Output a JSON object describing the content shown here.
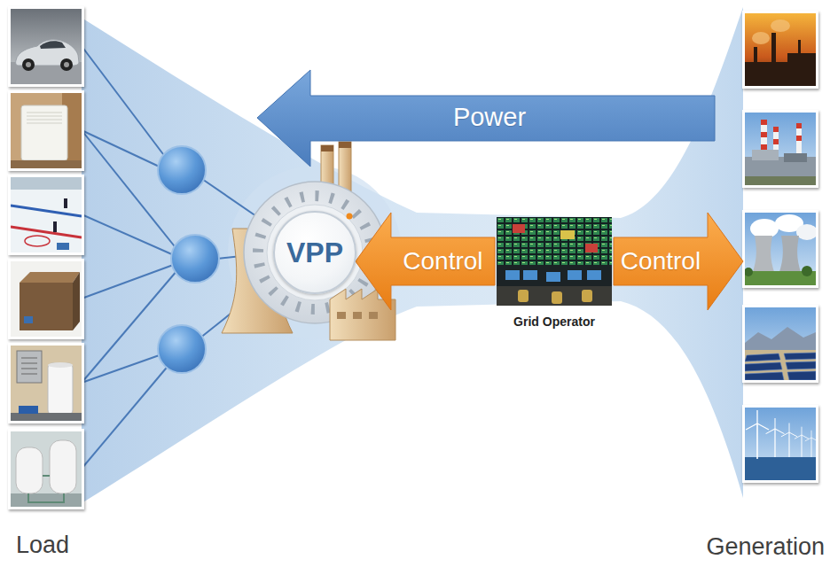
{
  "diagram": {
    "nodes": [
      {
        "text": [
          "Load"
        ]
      },
      {
        "text": [
          "VPP"
        ]
      },
      {
        "text": [
          "Grid Operator"
        ]
      },
      {
        "text": [
          "Generation"
        ]
      }
    ],
    "edges": [
      {
        "from": 2,
        "to": 1,
        "label": "Control",
        "arrow": "to"
      },
      {
        "from": 2,
        "to": 3,
        "label": "Control",
        "arrow": "to"
      }
    ],
    "labels": [
      "Power"
    ]
  }
}
